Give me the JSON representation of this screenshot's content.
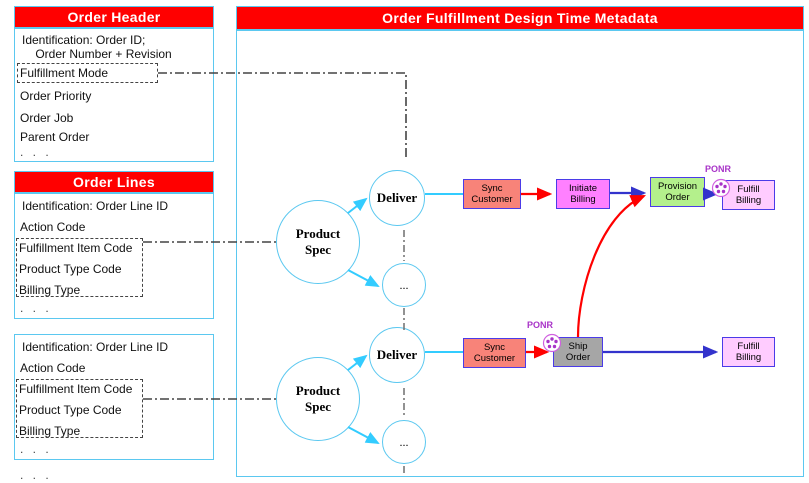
{
  "left_column": {
    "order_header": {
      "title": "Order Header",
      "attributes": [
        "Identification: Order ID;",
        "    Order Number + Revision",
        "Fulfillment Mode",
        "Order Priority",
        "Order Job",
        "Parent Order"
      ],
      "ellipsis": ". . ."
    },
    "order_lines_1": {
      "title": "Order Lines",
      "attributes": [
        "Identification: Order Line ID",
        "Action Code",
        "Fulfillment Item Code",
        "Product Type Code",
        "Billing Type"
      ],
      "ellipsis": ". . ."
    },
    "order_lines_2": {
      "title": "",
      "attributes": [
        "Identification: Order Line ID",
        "Action Code",
        "Fulfillment Item Code",
        "Product Type Code",
        "Billing Type"
      ],
      "ellipsis": ". . ."
    },
    "bottom_ellipsis": ". . ."
  },
  "main_panel": {
    "title": "Order Fulfillment Design Time Metadata",
    "rows": [
      {
        "product_spec": "Product\nSpec",
        "deliver": "Deliver",
        "alt": "...",
        "nodes": [
          {
            "label": "Sync\nCustomer",
            "fill": "#F88379",
            "name": "sync-customer"
          },
          {
            "label": "Initiate\nBilling",
            "fill": "#FF80FF",
            "name": "initiate-billing"
          },
          {
            "label": "Provision\nOrder",
            "fill": "#B4F08C",
            "name": "provision-order"
          },
          {
            "label": "Fulfill\nBilling",
            "fill": "#FFCCFF",
            "name": "fulfill-billing"
          }
        ],
        "ponr_label": "PONR"
      },
      {
        "product_spec": "Product\nSpec",
        "deliver": "Deliver",
        "alt": "...",
        "nodes": [
          {
            "label": "Sync\nCustomer",
            "fill": "#F88379",
            "name": "sync-customer"
          },
          {
            "label": "Ship\nOrder",
            "fill": "#A6A6A6",
            "name": "ship-order"
          },
          {
            "label": "Fulfill\nBilling",
            "fill": "#FFCCFF",
            "name": "fulfill-billing"
          }
        ],
        "ponr_label": "PONR"
      }
    ]
  },
  "colors": {
    "title_bar": "#FF0000",
    "panel_border": "#5BC8F0",
    "flow_blue": "#3333CC",
    "flow_red": "#FF0000",
    "flow_cyan": "#33CCFF",
    "ponr_purple": "#A833C8",
    "dash_gray": "#444444"
  }
}
